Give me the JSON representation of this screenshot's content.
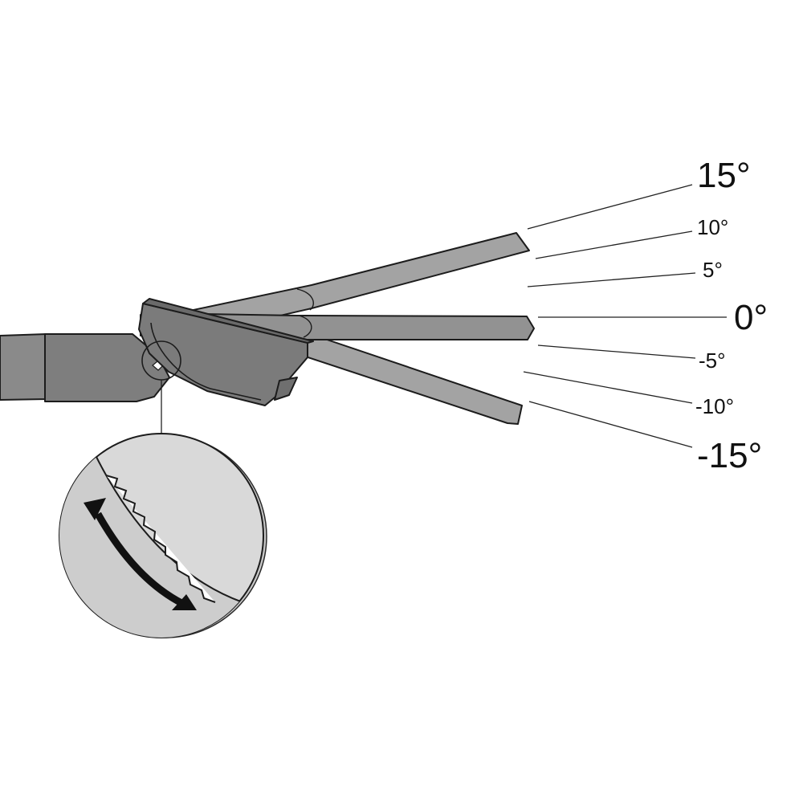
{
  "diagram": {
    "angle_labels": [
      {
        "text": "15°",
        "angle": 15
      },
      {
        "text": "10°",
        "angle": 10
      },
      {
        "text": "5°",
        "angle": 5
      },
      {
        "text": "0°",
        "angle": 0
      },
      {
        "text": "-5°",
        "angle": -5
      },
      {
        "text": "-10°",
        "angle": -10
      },
      {
        "text": "-15°",
        "angle": -15
      }
    ],
    "colors": {
      "arm_dark": "#757575",
      "arm_mid": "#8c8c8c",
      "arm_light": "#a3a3a3",
      "handle": "#8a8a8a",
      "detail_fill": "#d9d9d9",
      "outline": "#1c1c1c"
    },
    "icons": {
      "detail_arrow": "double-headed-curved-arrow-icon",
      "pivot_notch": "ratchet-teeth-icon"
    }
  }
}
